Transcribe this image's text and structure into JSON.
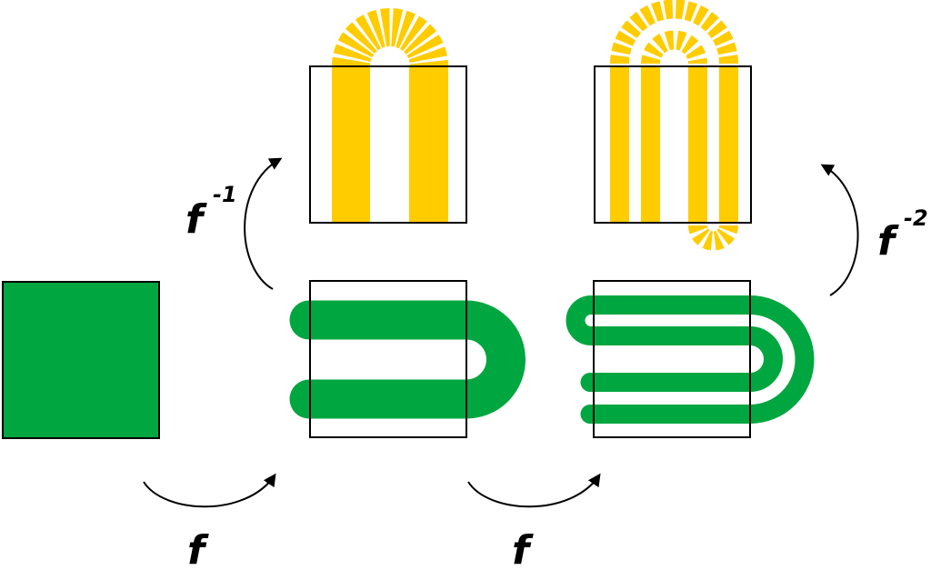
{
  "colors": {
    "green": "#00a63f",
    "yellow": "#ffcc00",
    "outline": "#000000"
  },
  "labels": {
    "f_bottom_1": "f",
    "f_bottom_2": "f",
    "f_inv_1_base": "f",
    "f_inv_1_exp": "-1",
    "f_inv_2_base": "f",
    "f_inv_2_exp": "-2"
  }
}
